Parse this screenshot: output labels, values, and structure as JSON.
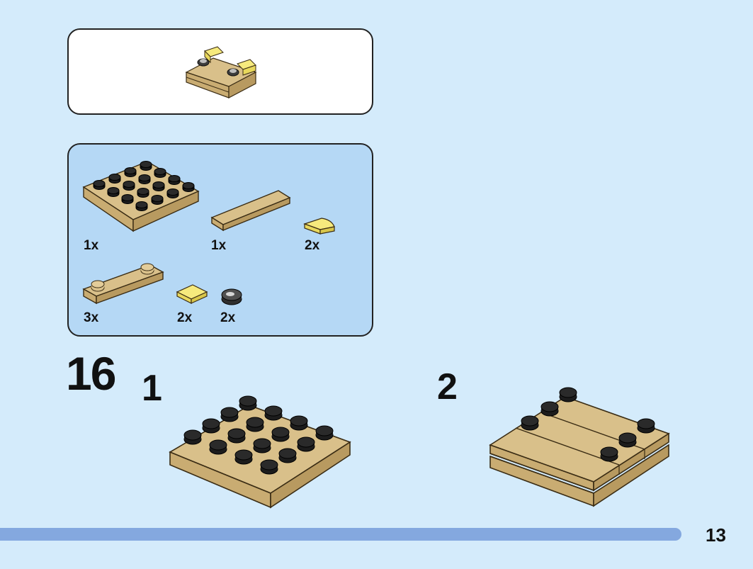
{
  "parts_list": {
    "items": [
      {
        "icon": "tan-plate-4x4-icon",
        "quantity": "1x"
      },
      {
        "icon": "tan-tile-1x4-icon",
        "quantity": "1x"
      },
      {
        "icon": "yellow-quarter-tile-icon",
        "quantity": "2x"
      },
      {
        "icon": "tan-plate-1x4-icon",
        "quantity": "3x"
      },
      {
        "icon": "yellow-tile-1x1-icon",
        "quantity": "2x"
      },
      {
        "icon": "dark-gray-round-tile-icon",
        "quantity": "2x"
      }
    ]
  },
  "step": {
    "number": "16"
  },
  "substeps": [
    {
      "number": "1"
    },
    {
      "number": "2"
    }
  ],
  "page": {
    "number": "13"
  },
  "colors": {
    "background": "#d4ebfb",
    "parts_panel": "#b5d8f5",
    "tan": "#d9c08a",
    "yellow": "#f6ea7d",
    "progress_bar": "#84a8df"
  }
}
